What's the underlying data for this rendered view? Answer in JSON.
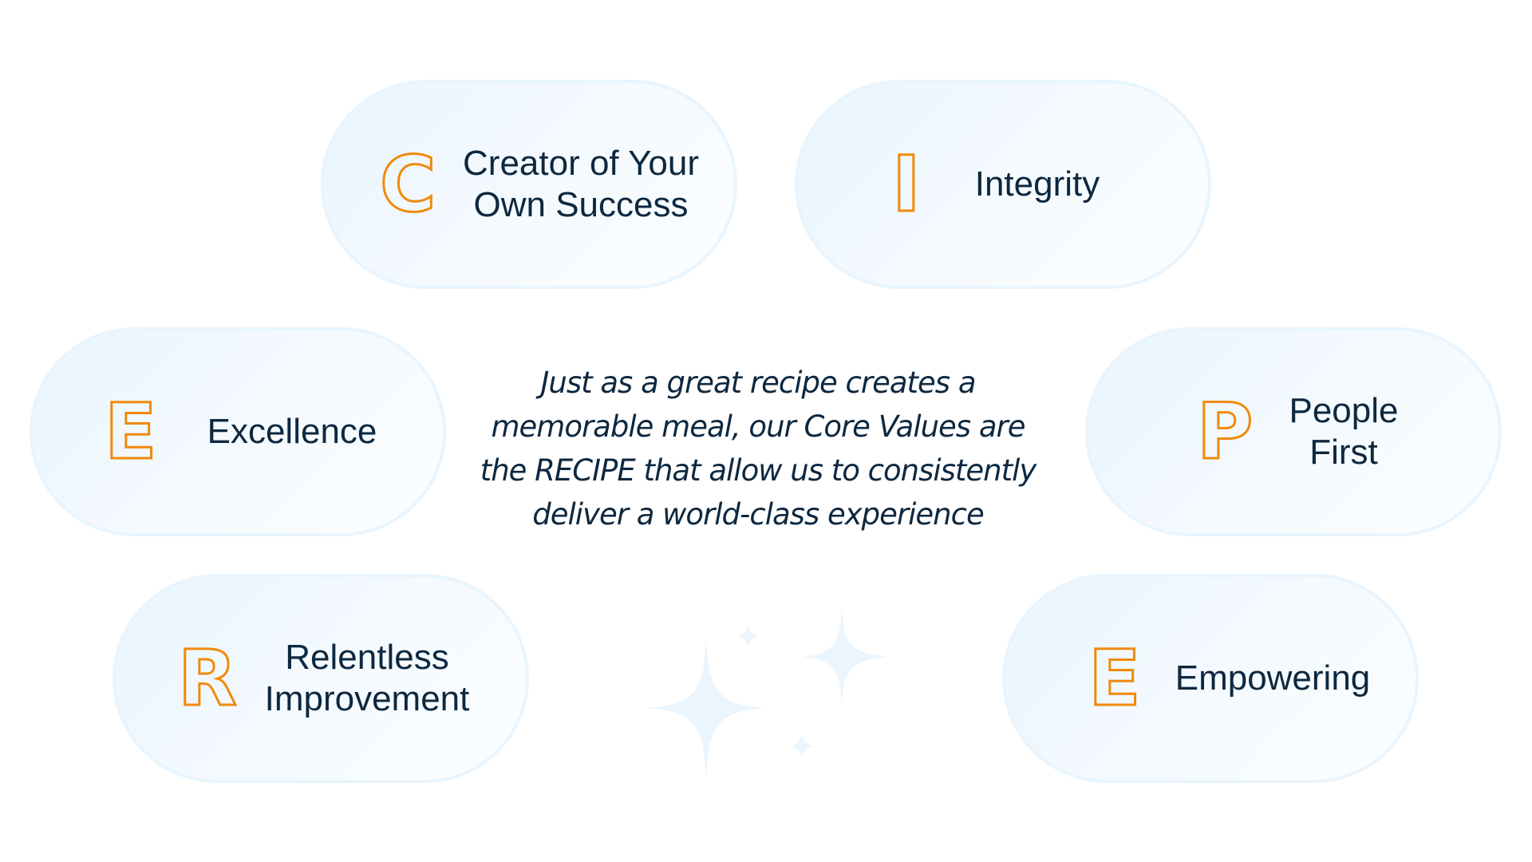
{
  "colors": {
    "accent_orange": "#f08a0c",
    "text_navy": "#0d2840",
    "pill_bg_start": "#e9f5fd",
    "pill_bg_end": "#fcfeff",
    "pill_border": "#e8f5fe",
    "sparkle": "#eaf5fd"
  },
  "values": [
    {
      "letter": "C",
      "label_line1": "Creator of Your",
      "label_line2": "Own Success"
    },
    {
      "letter": "I",
      "label_line1": "Integrity",
      "label_line2": ""
    },
    {
      "letter": "E",
      "label_line1": "Excellence",
      "label_line2": ""
    },
    {
      "letter": "P",
      "label_line1": "People",
      "label_line2": "First"
    },
    {
      "letter": "R",
      "label_line1": "Relentless",
      "label_line2": "Improvement"
    },
    {
      "letter": "E",
      "label_line1": "Empowering",
      "label_line2": ""
    }
  ],
  "center": {
    "line1": "Just as a great recipe creates a",
    "line2": "memorable meal, our Core Values are",
    "line3": "the RECIPE that allow us to consistently",
    "line4": "deliver a world-class experience"
  },
  "decorations": {
    "icon": "sparkles-icon"
  }
}
